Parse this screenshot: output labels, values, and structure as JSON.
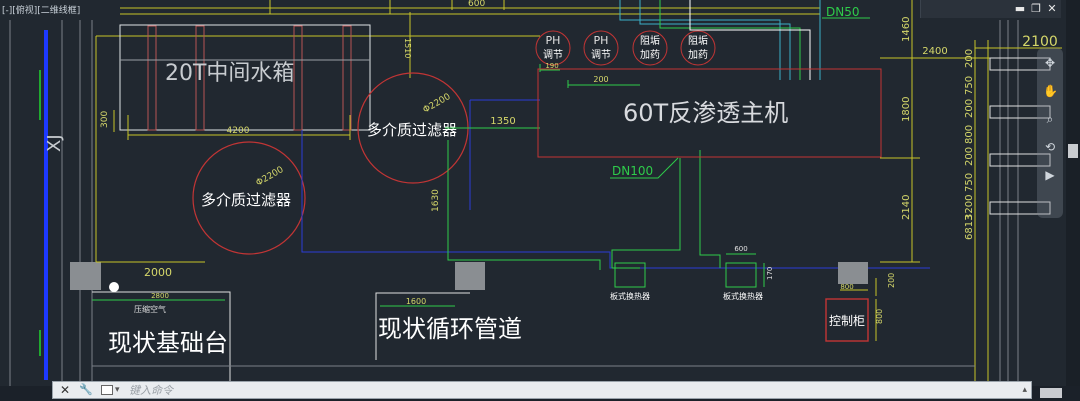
{
  "viewport": {
    "label": "[-][俯视][二维线框]"
  },
  "window_controls": {
    "minimize": "▬",
    "restore": "❐",
    "close": "✕"
  },
  "drawing": {
    "tank_label": "20T中间水箱",
    "filter_label_1": "多介质过滤器",
    "filter_label_2": "多介质过滤器",
    "ro_label": "60T反渗透主机",
    "foundation_label": "现状基础台",
    "pipe_label": "现状循环管道",
    "cabinet_label": "控制柜",
    "ph1_top": "PH",
    "ph1_bot": "调节",
    "ph2_top": "PH",
    "ph2_bot": "调节",
    "anti1_top": "阻垢",
    "anti1_bot": "加药",
    "anti2_top": "阻垢",
    "anti2_bot": "加药",
    "hx_label_1": "板式换热器",
    "hx_label_2": "板式换热器",
    "gauge_label": "压缩空气",
    "side_label": "XJ",
    "dn50": "DN50",
    "dn100": "DN100",
    "dims": {
      "d600_top": "600",
      "d1510": "1510",
      "d300": "300",
      "d4200": "4200",
      "d2200_a": "Φ2200",
      "d2200_b": "Φ2200",
      "d1350": "1350",
      "d1630": "1630",
      "d2000": "2000",
      "d2800": "2800",
      "d1600": "1600",
      "d190": "190",
      "d200": "200",
      "d1460": "1460",
      "d2400": "2400",
      "d2100": "2100",
      "d1800": "1800",
      "d2140": "2140",
      "d6813": "6813",
      "d200_r1": "200",
      "d750_r1": "750",
      "d200_r2": "200",
      "d800_r": "800",
      "d200_r3": "200",
      "d750_r2": "750",
      "d3200": "3200",
      "d600_hx": "600",
      "d170": "170",
      "d800_cab": "800",
      "d200_cab": "200",
      "d800_cab_v": "800"
    }
  },
  "command_line": {
    "placeholder": "键入命令"
  }
}
